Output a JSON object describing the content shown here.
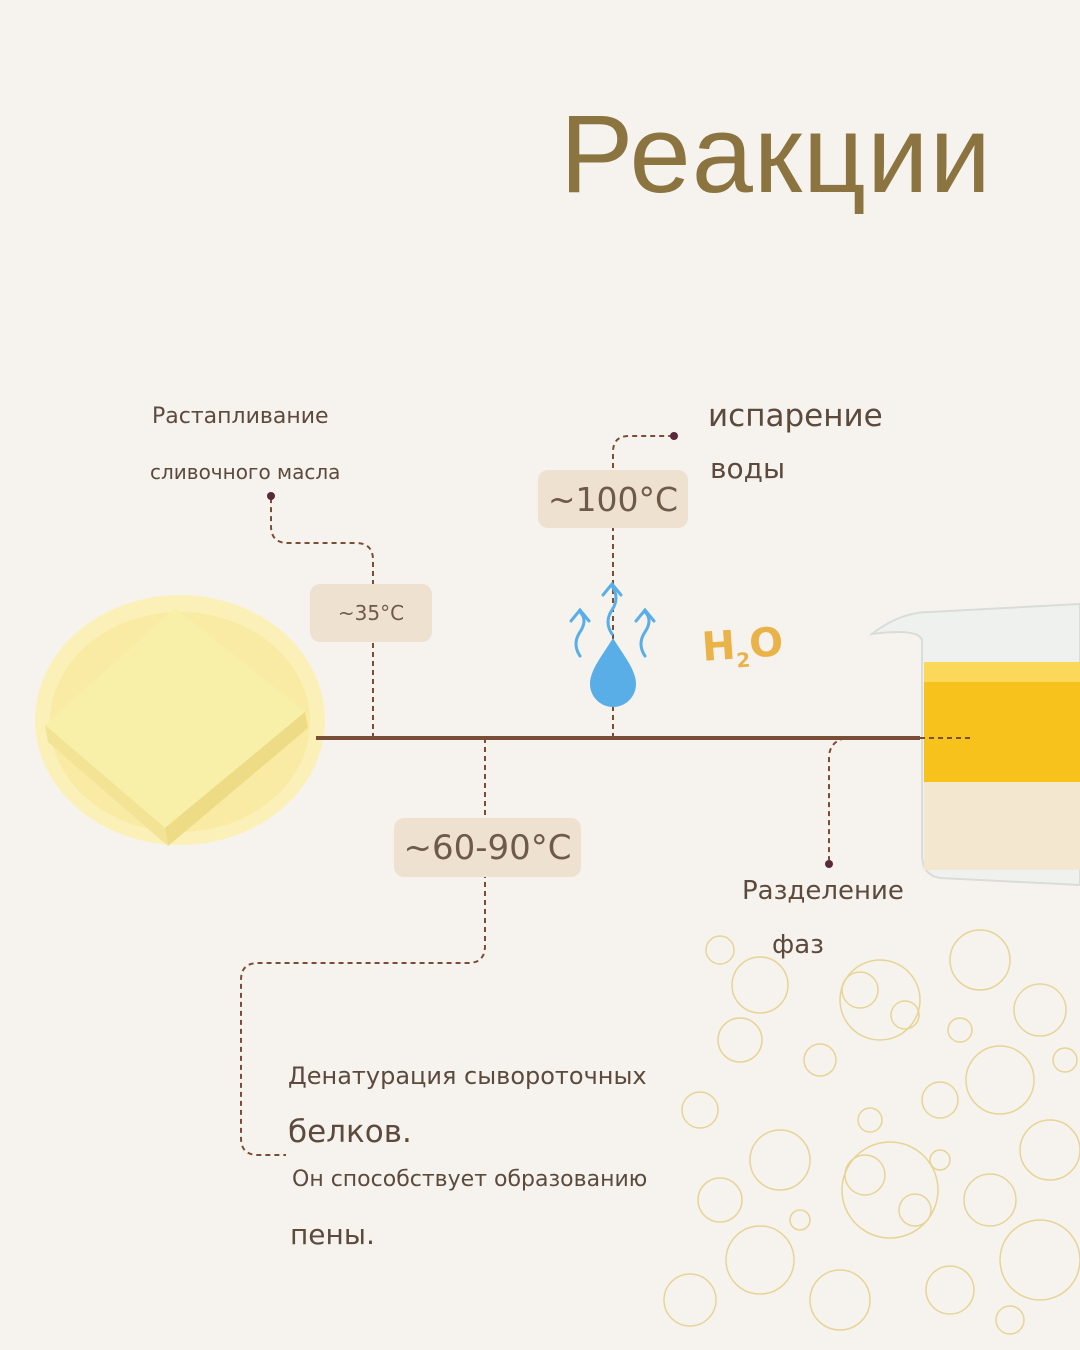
{
  "title": "Реакции",
  "melting": {
    "line1": "Растапливание",
    "line2": "сливочного масла",
    "temp": "~35°C"
  },
  "evaporation": {
    "line1": "испарение",
    "line2": "воды",
    "temp": "~100°C",
    "formula_main": "H",
    "formula_sub": "2",
    "formula_end": "O"
  },
  "denaturation": {
    "temp": "~60-90°C",
    "line1": "Денатурация сывороточных",
    "line2": "белков.",
    "line3": "Он способствует образованию",
    "line4": "пены."
  },
  "separation": {
    "line1": "Разделение",
    "line2": "фаз"
  },
  "colors": {
    "title": "#8c7440",
    "axis": "#7a4e36",
    "pill": "#efe1cf",
    "drop": "#5aaee8",
    "foam": "#e4cf86"
  },
  "icons": [
    "butter-icon",
    "water-drop-icon",
    "steam-arrows-icon",
    "beaker-icon",
    "foam-bubbles-icon"
  ]
}
